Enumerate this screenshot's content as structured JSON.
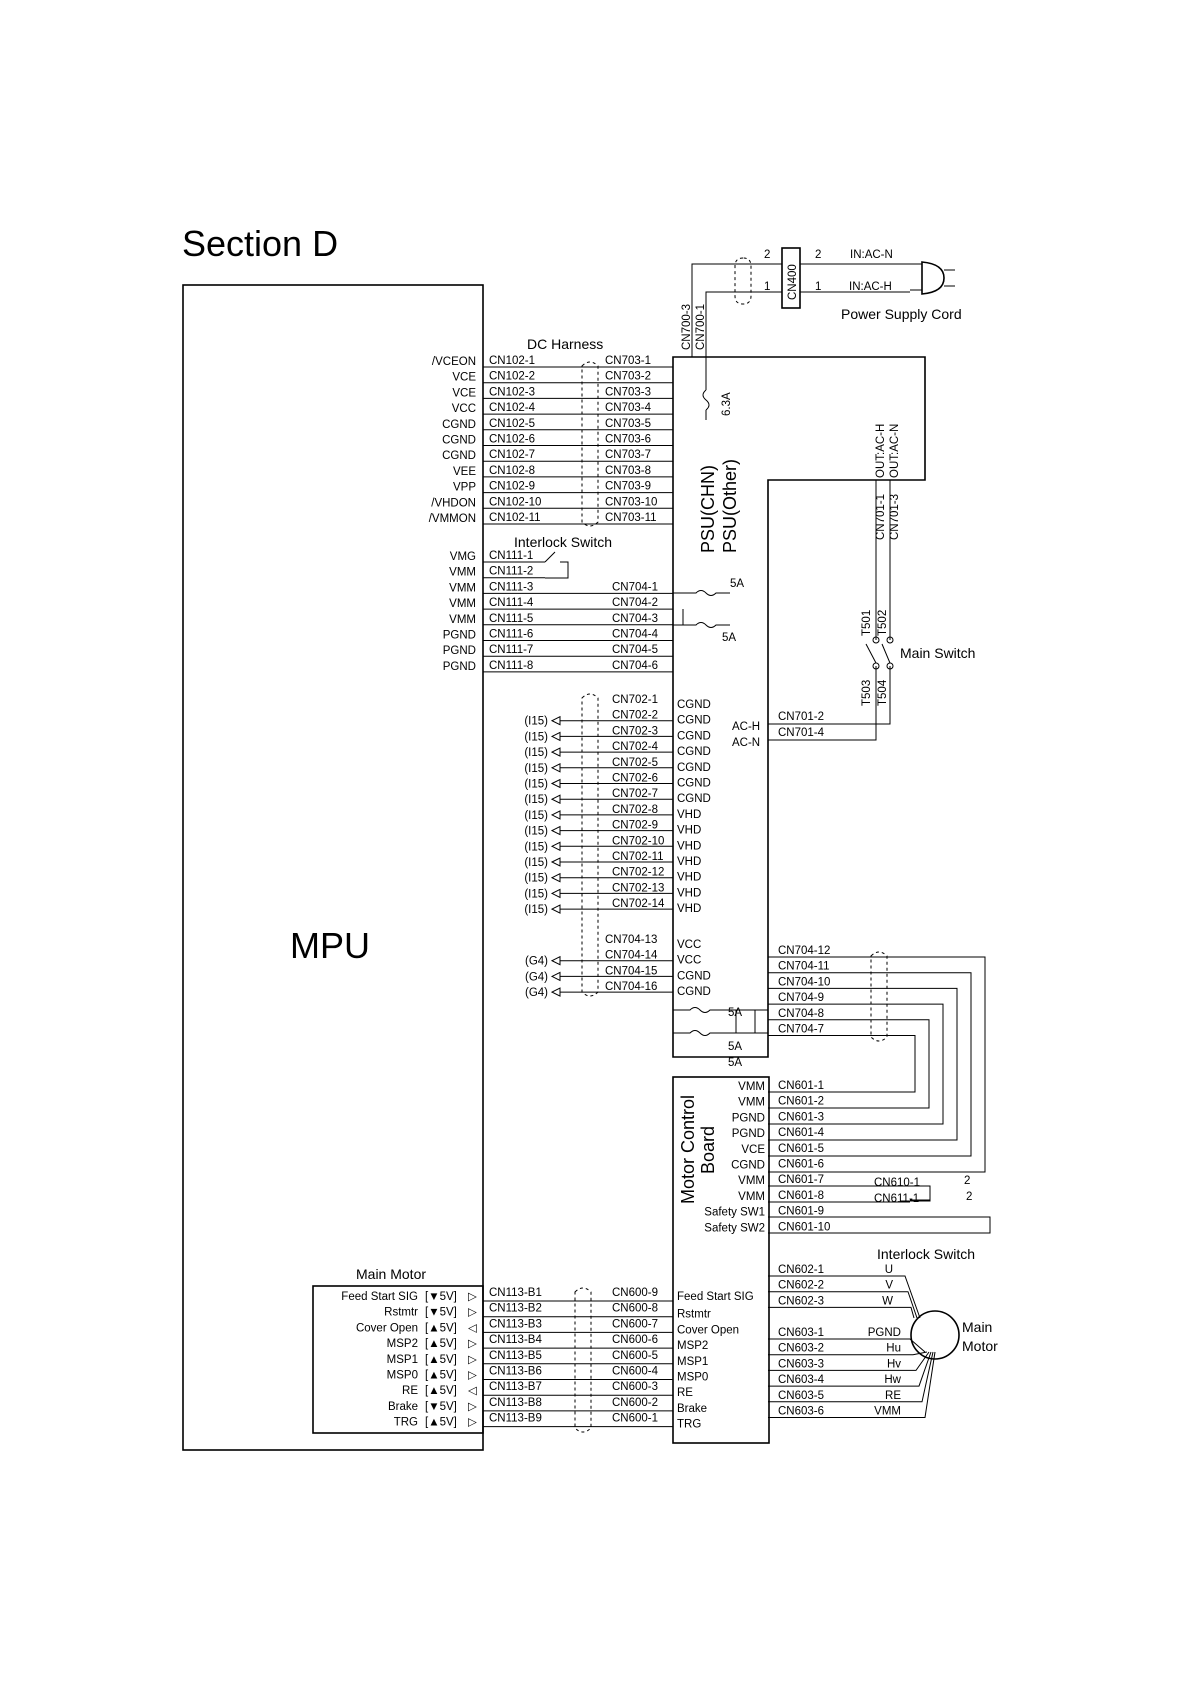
{
  "title": "Section D",
  "mpu": {
    "label": "MPU"
  },
  "psu": {
    "label1": "PSU(CHN)",
    "label2": "PSU(Other)"
  },
  "motor_board": {
    "label1": "Motor Control",
    "label2": "Board"
  },
  "harness": {
    "dc": "DC Harness",
    "interlock": "Interlock Switch"
  },
  "power": {
    "cord_label": "Power Supply Cord",
    "cn400": "CN400",
    "pin2": "2",
    "pin1": "1",
    "in_n": "IN:AC-N",
    "in_h": "IN:AC-H",
    "cn700_3": "CN700-3",
    "cn700_1": "CN700-1",
    "fuse": "6.3A",
    "out_h": "OUT:AC-H",
    "out_n": "OUT:AC-N",
    "cn701_1": "CN701-1",
    "cn701_3": "CN701-3",
    "cn701_2": "CN701-2",
    "cn701_4": "CN701-4",
    "ac_h": "AC-H",
    "ac_n": "AC-N"
  },
  "main_switch": {
    "label": "Main Switch",
    "t501": "T501",
    "t502": "T502",
    "t503": "T503",
    "t504": "T504"
  },
  "cn102": {
    "signals": [
      "/VCEON",
      "VCE",
      "VCE",
      "VCC",
      "CGND",
      "CGND",
      "CGND",
      "VEE",
      "VPP",
      "/VHDON",
      "/VMMON"
    ],
    "left": [
      "CN102-1",
      "CN102-2",
      "CN102-3",
      "CN102-4",
      "CN102-5",
      "CN102-6",
      "CN102-7",
      "CN102-8",
      "CN102-9",
      "CN102-10",
      "CN102-11"
    ],
    "right": [
      "CN703-1",
      "CN703-2",
      "CN703-3",
      "CN703-4",
      "CN703-5",
      "CN703-6",
      "CN703-7",
      "CN703-8",
      "CN703-9",
      "CN703-10",
      "CN703-11"
    ]
  },
  "cn111": {
    "signals": [
      "VMG",
      "VMM",
      "VMM",
      "VMM",
      "VMM",
      "PGND",
      "PGND",
      "PGND"
    ],
    "left": [
      "CN111-1",
      "CN111-2",
      "CN111-3",
      "CN111-4",
      "CN111-5",
      "CN111-6",
      "CN111-7",
      "CN111-8"
    ],
    "right": [
      "",
      "",
      "CN704-1",
      "CN704-2",
      "CN704-3",
      "CN704-4",
      "CN704-5",
      "CN704-6"
    ],
    "fuse_a": "5A",
    "fuse_b": "5A"
  },
  "cn702": {
    "refs": [
      "",
      "(I15)",
      "(I15)",
      "(I15)",
      "(I15)",
      "(I15)",
      "(I15)",
      "(I15)",
      "(I15)",
      "(I15)",
      "(I15)",
      "(I15)",
      "(I15)",
      "(I15)"
    ],
    "conns": [
      "CN702-1",
      "CN702-2",
      "CN702-3",
      "CN702-4",
      "CN702-5",
      "CN702-6",
      "CN702-7",
      "CN702-8",
      "CN702-9",
      "CN702-10",
      "CN702-11",
      "CN702-12",
      "CN702-13",
      "CN702-14"
    ],
    "signals": [
      "CGND",
      "CGND",
      "CGND",
      "CGND",
      "CGND",
      "CGND",
      "CGND",
      "VHD",
      "VHD",
      "VHD",
      "VHD",
      "VHD",
      "VHD",
      "VHD"
    ]
  },
  "cn704b": {
    "refs": [
      "",
      "(G4)",
      "(G4)",
      "(G4)"
    ],
    "conns": [
      "CN704-13",
      "CN704-14",
      "CN704-15",
      "CN704-16"
    ],
    "signals": [
      "VCC",
      "VCC",
      "CGND",
      "CGND"
    ]
  },
  "cn704r": {
    "conns": [
      "CN704-12",
      "CN704-11",
      "CN704-10",
      "CN704-9",
      "CN704-8",
      "CN704-7"
    ],
    "fuse_a": "5A",
    "fuse_b": "5A",
    "fuse_c": "5A"
  },
  "cn601": {
    "signals": [
      "VMM",
      "VMM",
      "PGND",
      "PGND",
      "VCE",
      "CGND",
      "VMM",
      "VMM",
      "Safety SW1",
      "Safety SW2"
    ],
    "conns": [
      "CN601-1",
      "CN601-2",
      "CN601-3",
      "CN601-4",
      "CN601-5",
      "CN601-6",
      "CN601-7",
      "CN601-8",
      "CN601-9",
      "CN601-10"
    ],
    "cn610": "CN610-1",
    "cn611": "CN611-1",
    "p2a": "2",
    "p2b": "2",
    "interlock": "Interlock Switch"
  },
  "main_motor_box": {
    "title": "Main Motor",
    "signals": [
      "Feed Start SIG",
      "Rstmtr",
      "Cover Open",
      "MSP2",
      "MSP1",
      "MSP0",
      "RE",
      "Brake",
      "TRG"
    ],
    "levels": [
      "[▼5V]",
      "[▼5V]",
      "[▲5V]",
      "[▲5V]",
      "[▲5V]",
      "[▲5V]",
      "[▲5V]",
      "[▼5V]",
      "[▲5V]"
    ],
    "arrows": [
      "▷",
      "▷",
      "◁",
      "▷",
      "▷",
      "▷",
      "◁",
      "▷",
      "▷"
    ],
    "left": [
      "CN113-B1",
      "CN113-B2",
      "CN113-B3",
      "CN113-B4",
      "CN113-B5",
      "CN113-B6",
      "CN113-B7",
      "CN113-B8",
      "CN113-B9"
    ],
    "right": [
      "CN600-9",
      "CN600-8",
      "CN600-7",
      "CN600-6",
      "CN600-5",
      "CN600-4",
      "CN600-3",
      "CN600-2",
      "CN600-1"
    ]
  },
  "motor": {
    "label1": "Main",
    "label2": "Motor",
    "cn602": [
      "CN602-1",
      "CN602-2",
      "CN602-3"
    ],
    "cn602_sig": [
      "U",
      "V",
      "W"
    ],
    "cn603": [
      "CN603-1",
      "CN603-2",
      "CN603-3",
      "CN603-4",
      "CN603-5",
      "CN603-6"
    ],
    "cn603_sig": [
      "PGND",
      "Hu",
      "Hv",
      "Hw",
      "RE",
      "VMM"
    ]
  }
}
